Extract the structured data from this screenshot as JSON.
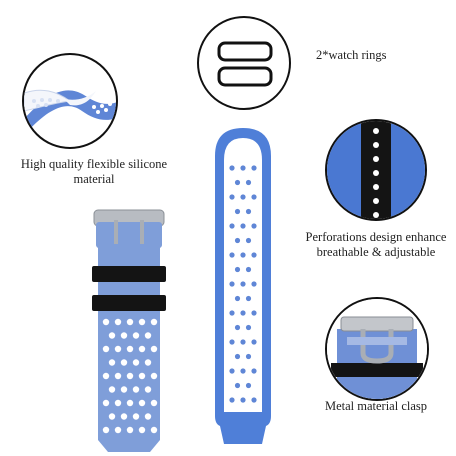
{
  "product": {
    "band_color": "#7f9ed9",
    "band_edge_color": "#5f80c4",
    "accent_blue": "#4c7ad6",
    "strap_black": "#141414",
    "insert_white": "#ffffff",
    "buckle_color": "#b8bcc2"
  },
  "features": {
    "rings_caption": "2*watch rings",
    "silicone_caption_line1": "High quality flexible silicone",
    "silicone_caption_line2": "material",
    "perforation_caption_line1": "Perforations design enhance",
    "perforation_caption_line2": "breathable & adjustable",
    "clasp_caption": "Metal material clasp"
  },
  "icons": {
    "rings": "watch-ring-icon",
    "silicone": "silicone-strap-closeup",
    "perforations": "perforated-strap-closeup",
    "clasp": "metal-buckle-closeup"
  }
}
